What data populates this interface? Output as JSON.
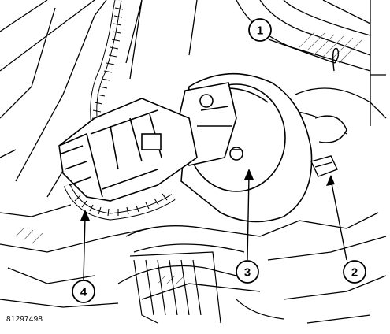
{
  "figure": {
    "id_text": "81297498",
    "callouts": [
      {
        "num": "1"
      },
      {
        "num": "2"
      },
      {
        "num": "3"
      },
      {
        "num": "4"
      }
    ]
  }
}
